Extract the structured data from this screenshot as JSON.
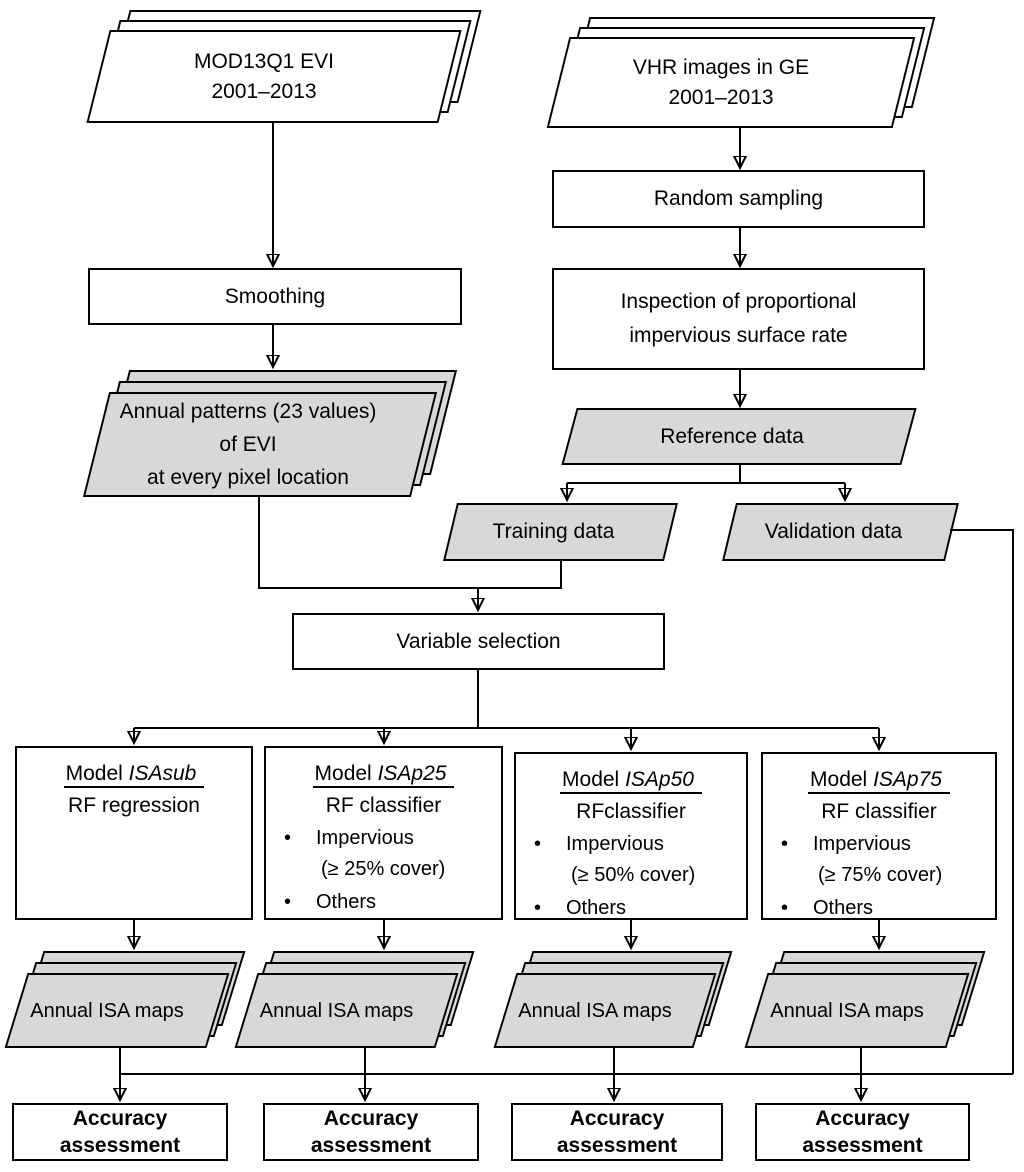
{
  "ui": {
    "bullet": "•"
  },
  "diagram": {
    "nodes": {
      "mod_evi": {
        "line1": "MOD13Q1 EVI",
        "line2": "2001–2013"
      },
      "vhr_ge": {
        "line1": "VHR images in GE",
        "line2": "2001–2013"
      },
      "smoothing": {
        "label": "Smoothing"
      },
      "random_sampling": {
        "label": "Random sampling"
      },
      "inspection": {
        "line1": "Inspection of proportional",
        "line2": "impervious surface rate"
      },
      "annual_patterns": {
        "line1": "Annual patterns (23 values)",
        "line2": "of EVI",
        "line3": "at every pixel location"
      },
      "reference_data": {
        "label": "Reference data"
      },
      "training_data": {
        "label": "Training data"
      },
      "validation_data": {
        "label": "Validation data"
      },
      "variable_selection": {
        "label": "Variable selection"
      },
      "models": [
        {
          "title_prefix": "Model ",
          "title_name": "ISAsub",
          "method": "RF regression"
        },
        {
          "title_prefix": "Model ",
          "title_name": "ISAp25",
          "method": "RF classifier",
          "bullet1": "Impervious",
          "bullet1_sub": "(≥ 25% cover)",
          "bullet2": "Others"
        },
        {
          "title_prefix": "Model ",
          "title_name": "ISAp50",
          "method": "RFclassifier",
          "bullet1": "Impervious",
          "bullet1_sub": "(≥ 50% cover)",
          "bullet2": "Others"
        },
        {
          "title_prefix": "Model ",
          "title_name": "ISAp75",
          "method": "RF classifier",
          "bullet1": "Impervious",
          "bullet1_sub": "(≥ 75% cover)",
          "bullet2": "Others"
        }
      ],
      "isa_maps": {
        "label": "Annual ISA maps"
      },
      "accuracy": {
        "line1": "Accuracy",
        "line2": "assessment"
      }
    },
    "colors": {
      "shape_fill_white": "#ffffff",
      "shape_fill_gray": "#d8d8d8",
      "stroke": "#000000",
      "background": "#ffffff"
    }
  }
}
